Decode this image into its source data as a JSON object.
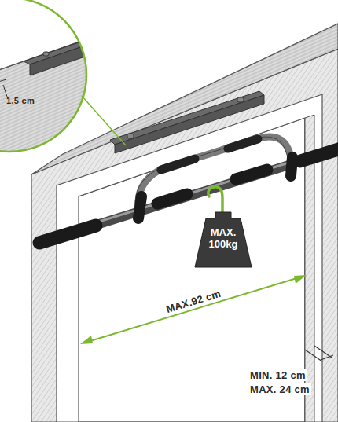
{
  "diagram": {
    "nodes": [
      {
        "text": [
          "MAX. 100kg"
        ]
      }
    ],
    "labels": [
      "1,5 cm",
      "MAX.92 cm",
      "MIN. 12 cm",
      "MAX. 24 cm"
    ]
  }
}
